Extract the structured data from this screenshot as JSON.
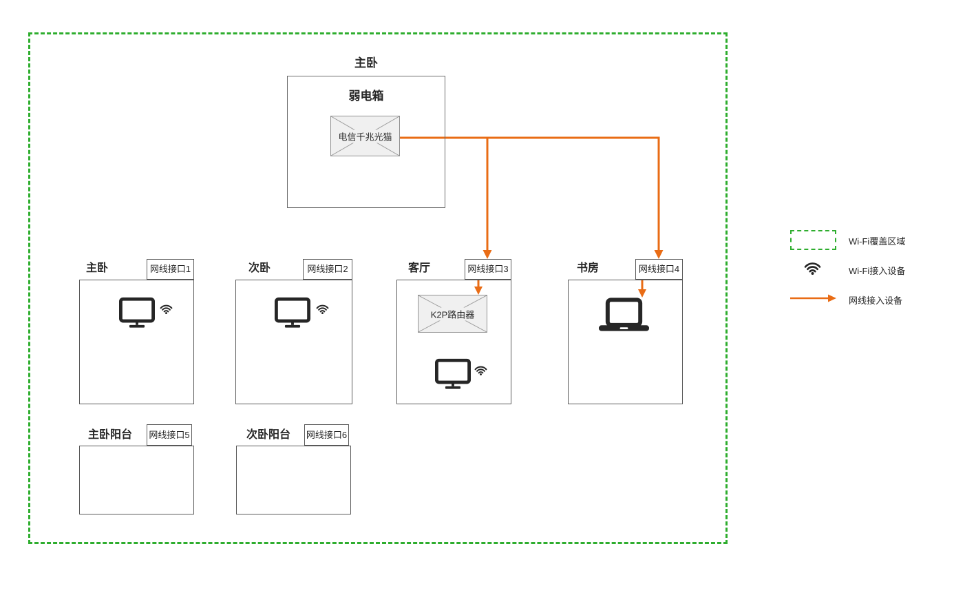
{
  "diagram": {
    "top_section": {
      "room_label": "主卧",
      "cabinet_label": "弱电箱",
      "modem_label": "电信千兆光猫"
    },
    "rooms": [
      {
        "name": "主卧",
        "port_label": "网线接口1"
      },
      {
        "name": "次卧",
        "port_label": "网线接口2"
      },
      {
        "name": "客厅",
        "port_label": "网线接口3",
        "router_label": "K2P路由器"
      },
      {
        "name": "书房",
        "port_label": "网线接口4"
      },
      {
        "name": "主卧阳台",
        "port_label": "网线接口5"
      },
      {
        "name": "次卧阳台",
        "port_label": "网线接口6"
      }
    ],
    "legend": {
      "items": [
        {
          "symbol": "wifi-coverage-swatch",
          "label": "Wi-Fi覆盖区域"
        },
        {
          "symbol": "wifi-icon",
          "label": "Wi-Fi接入设备"
        },
        {
          "symbol": "ethernet-arrow",
          "label": "网线接入设备"
        }
      ]
    },
    "colors": {
      "coverage_green": "#2EAD2E",
      "cable_orange": "#E96C15",
      "room_border": "#595959",
      "device_fill": "#F0F0F0",
      "device_border": "#909090",
      "icon_dark": "#262626"
    }
  }
}
